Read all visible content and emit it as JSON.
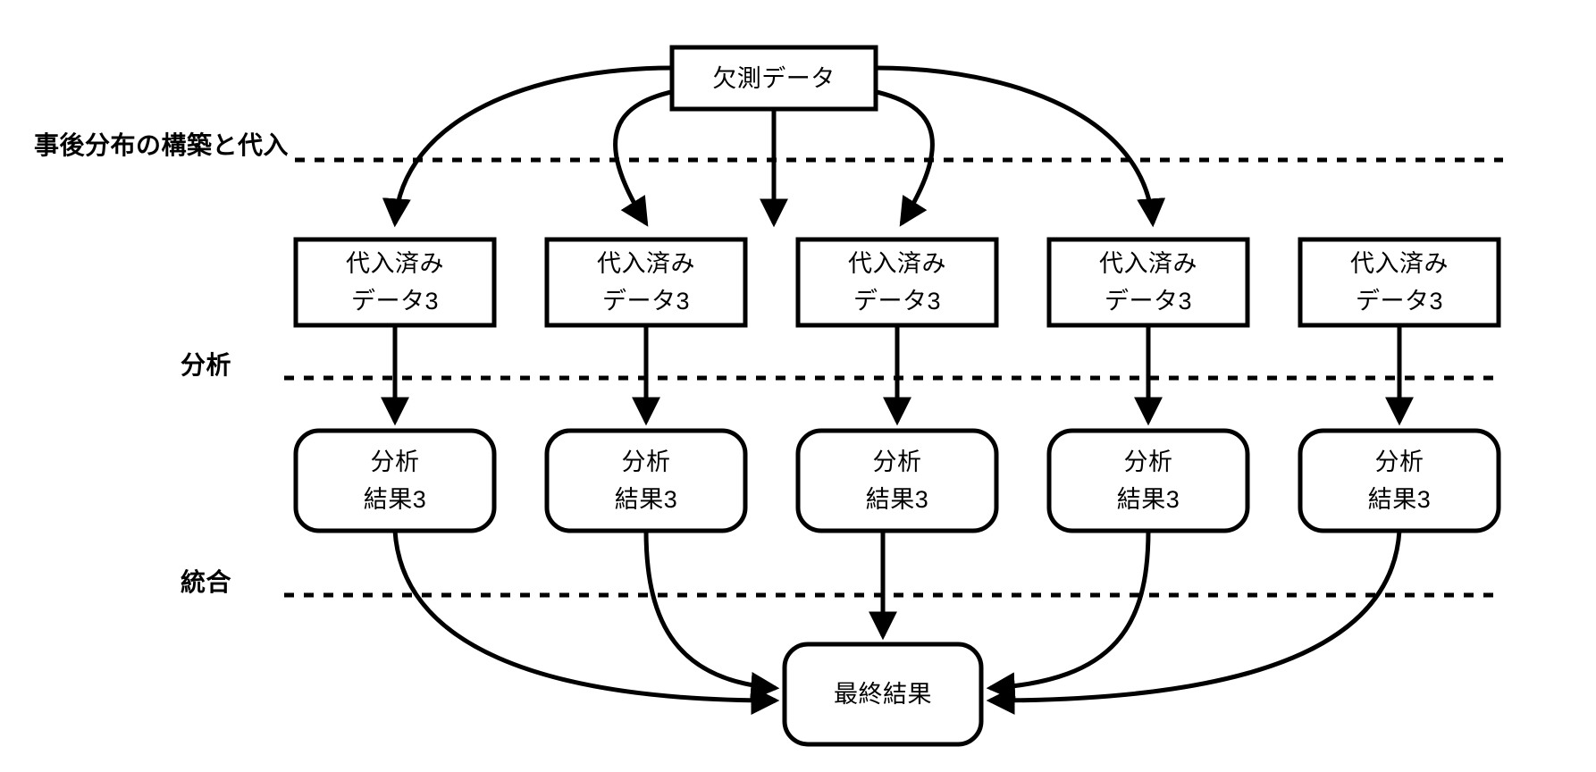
{
  "diagram": {
    "title_node": {
      "label": "欠測データ"
    },
    "stage_labels": [
      {
        "id": "posterior-imputation",
        "text": "事後分布の構築と代入"
      },
      {
        "id": "analysis",
        "text": "分析"
      },
      {
        "id": "pooling",
        "text": "統合"
      }
    ],
    "imputed_nodes": [
      {
        "line1": "代入済み",
        "line2": "データ3"
      },
      {
        "line1": "代入済み",
        "line2": "データ3"
      },
      {
        "line1": "代入済み",
        "line2": "データ3"
      },
      {
        "line1": "代入済み",
        "line2": "データ3"
      },
      {
        "line1": "代入済み",
        "line2": "データ3"
      }
    ],
    "analysis_nodes": [
      {
        "line1": "分析",
        "line2": "結果3"
      },
      {
        "line1": "分析",
        "line2": "結果3"
      },
      {
        "line1": "分析",
        "line2": "結果3"
      },
      {
        "line1": "分析",
        "line2": "結果3"
      },
      {
        "line1": "分析",
        "line2": "結果3"
      }
    ],
    "final_node": {
      "label": "最終結果"
    },
    "colors": {
      "stroke": "#000000",
      "fill": "#ffffff",
      "text": "#000000"
    }
  }
}
